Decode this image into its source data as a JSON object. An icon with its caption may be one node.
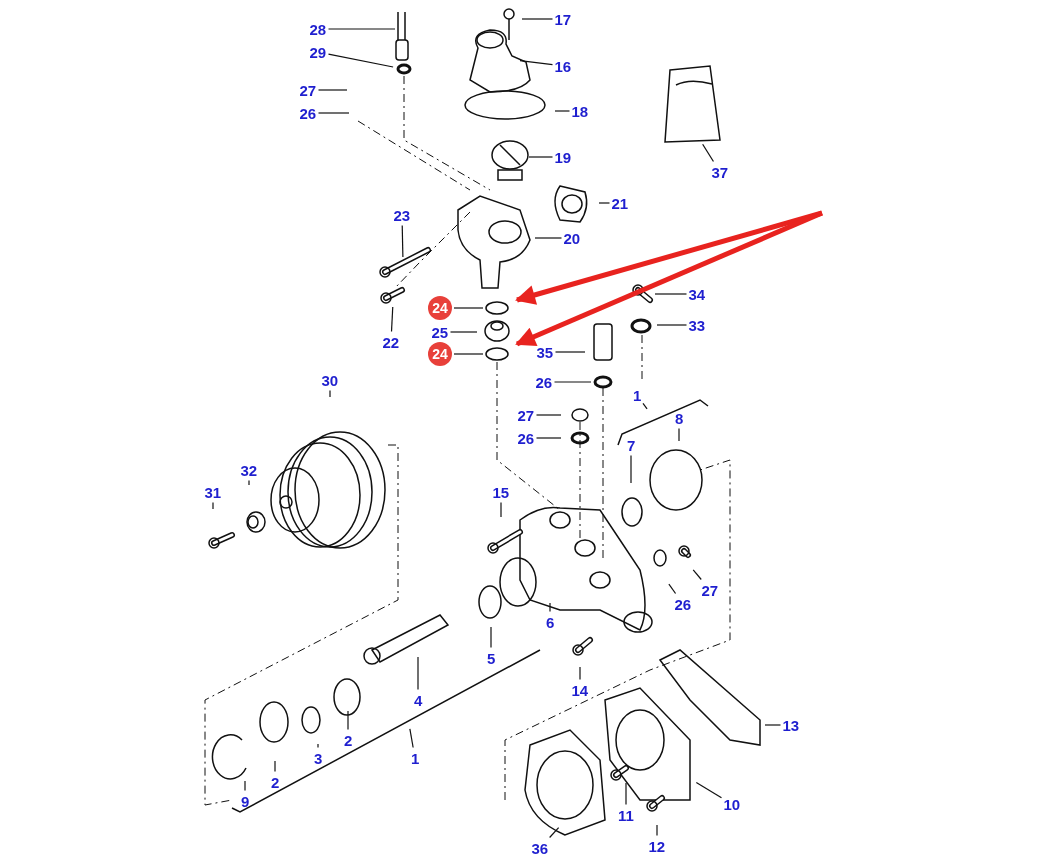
{
  "diagram": {
    "nodes": [
      {
        "text": [
          "28"
        ]
      },
      {
        "text": [
          "17"
        ]
      },
      {
        "text": [
          "29"
        ]
      },
      {
        "text": [
          "16"
        ]
      },
      {
        "text": [
          "27"
        ]
      },
      {
        "text": [
          "26"
        ]
      },
      {
        "text": [
          "18"
        ]
      },
      {
        "text": [
          "37"
        ]
      },
      {
        "text": [
          "19"
        ]
      },
      {
        "text": [
          "21"
        ]
      },
      {
        "text": [
          "23"
        ]
      },
      {
        "text": [
          "20"
        ]
      },
      {
        "text": [
          "34"
        ]
      },
      {
        "text": [
          "24"
        ]
      },
      {
        "text": [],
        "shape": "circle"
      },
      {
        "text": [
          "33"
        ]
      },
      {
        "text": [
          "25"
        ]
      },
      {
        "text": [
          "22"
        ]
      },
      {
        "text": [
          "24"
        ]
      },
      {
        "text": [],
        "shape": "circle"
      },
      {
        "text": [
          "35"
        ]
      },
      {
        "text": [
          "26"
        ]
      },
      {
        "text": [
          "30"
        ]
      },
      {
        "text": [
          "1"
        ]
      },
      {
        "text": [
          "27"
        ]
      },
      {
        "text": [
          "8"
        ]
      },
      {
        "text": [
          "26"
        ]
      },
      {
        "text": [
          "7"
        ]
      },
      {
        "text": [
          "32"
        ]
      },
      {
        "text": [
          "31"
        ]
      },
      {
        "text": [
          "15"
        ]
      },
      {
        "text": [
          "27"
        ]
      },
      {
        "text": [
          "26"
        ]
      },
      {
        "text": [
          "6"
        ]
      },
      {
        "text": [
          "5"
        ]
      },
      {
        "text": [
          "14"
        ]
      },
      {
        "text": [
          "4"
        ]
      },
      {
        "text": [
          "13"
        ]
      },
      {
        "text": [
          "1"
        ]
      },
      {
        "text": [
          "2"
        ]
      },
      {
        "text": [
          "3"
        ]
      },
      {
        "text": [
          "2"
        ]
      },
      {
        "text": [
          "10"
        ]
      },
      {
        "text": [
          "9"
        ]
      },
      {
        "text": [
          "11"
        ]
      },
      {
        "text": [
          "12"
        ]
      },
      {
        "text": [
          "36"
        ]
      }
    ],
    "edges": [
      {
        "from": 0,
        "to": null,
        "arrow": "none"
      },
      {
        "from": 1,
        "to": null,
        "arrow": "none"
      },
      {
        "from": 2,
        "to": null,
        "arrow": "none"
      },
      {
        "from": 3,
        "to": null,
        "arrow": "none"
      },
      {
        "from": 4,
        "to": null,
        "arrow": "none"
      },
      {
        "from": 5,
        "to": null,
        "arrow": "none"
      },
      {
        "from": 6,
        "to": null,
        "arrow": "none"
      },
      {
        "from": 7,
        "to": null,
        "arrow": "none"
      },
      {
        "from": 8,
        "to": null,
        "arrow": "none"
      },
      {
        "from": 9,
        "to": null,
        "arrow": "none"
      },
      {
        "from": 10,
        "to": null,
        "arrow": "none"
      },
      {
        "from": 11,
        "to": null,
        "arrow": "none"
      },
      {
        "from": 12,
        "to": null,
        "arrow": "none"
      },
      {
        "from": 13,
        "to": 14,
        "arrow": "none"
      },
      {
        "from": 15,
        "to": null,
        "arrow": "none"
      },
      {
        "from": 16,
        "to": null,
        "arrow": "none"
      },
      {
        "from": 17,
        "to": null,
        "arrow": "none"
      },
      {
        "from": 18,
        "to": 19,
        "arrow": "none"
      },
      {
        "from": 20,
        "to": null,
        "arrow": "none"
      },
      {
        "from": 21,
        "to": null,
        "arrow": "none"
      },
      {
        "from": 22,
        "to": null,
        "arrow": "none"
      },
      {
        "from": 23,
        "to": null,
        "arrow": "none"
      },
      {
        "from": 24,
        "to": null,
        "arrow": "none"
      },
      {
        "from": 25,
        "to": null,
        "arrow": "none"
      },
      {
        "from": 26,
        "to": null,
        "arrow": "none"
      },
      {
        "from": 27,
        "to": null,
        "arrow": "none"
      },
      {
        "from": 28,
        "to": null,
        "arrow": "none"
      },
      {
        "from": 29,
        "to": null,
        "arrow": "none"
      },
      {
        "from": 30,
        "to": null,
        "arrow": "none"
      },
      {
        "from": 31,
        "to": null,
        "arrow": "none"
      },
      {
        "from": 32,
        "to": null,
        "arrow": "none"
      },
      {
        "from": 33,
        "to": null,
        "arrow": "none"
      },
      {
        "from": 34,
        "to": null,
        "arrow": "none"
      },
      {
        "from": 35,
        "to": null,
        "arrow": "none"
      },
      {
        "from": 36,
        "to": null,
        "arrow": "none"
      },
      {
        "from": 37,
        "to": null,
        "arrow": "none"
      },
      {
        "from": 38,
        "to": null,
        "arrow": "none"
      },
      {
        "from": 39,
        "to": null,
        "arrow": "none"
      },
      {
        "from": 40,
        "to": null,
        "arrow": "none"
      },
      {
        "from": 41,
        "to": null,
        "arrow": "none"
      },
      {
        "from": 42,
        "to": null,
        "arrow": "none"
      },
      {
        "from": 43,
        "to": null,
        "arrow": "none"
      },
      {
        "from": 44,
        "to": null,
        "arrow": "none"
      },
      {
        "from": 45,
        "to": null,
        "arrow": "none"
      },
      {
        "from": 46,
        "to": null,
        "arrow": "none"
      },
      {
        "from": null,
        "to": 14,
        "arrow": "to",
        "style": "thick",
        "color": "#e8231f"
      },
      {
        "from": null,
        "to": 19,
        "arrow": "to",
        "style": "thick",
        "color": "#e8231f"
      }
    ]
  }
}
